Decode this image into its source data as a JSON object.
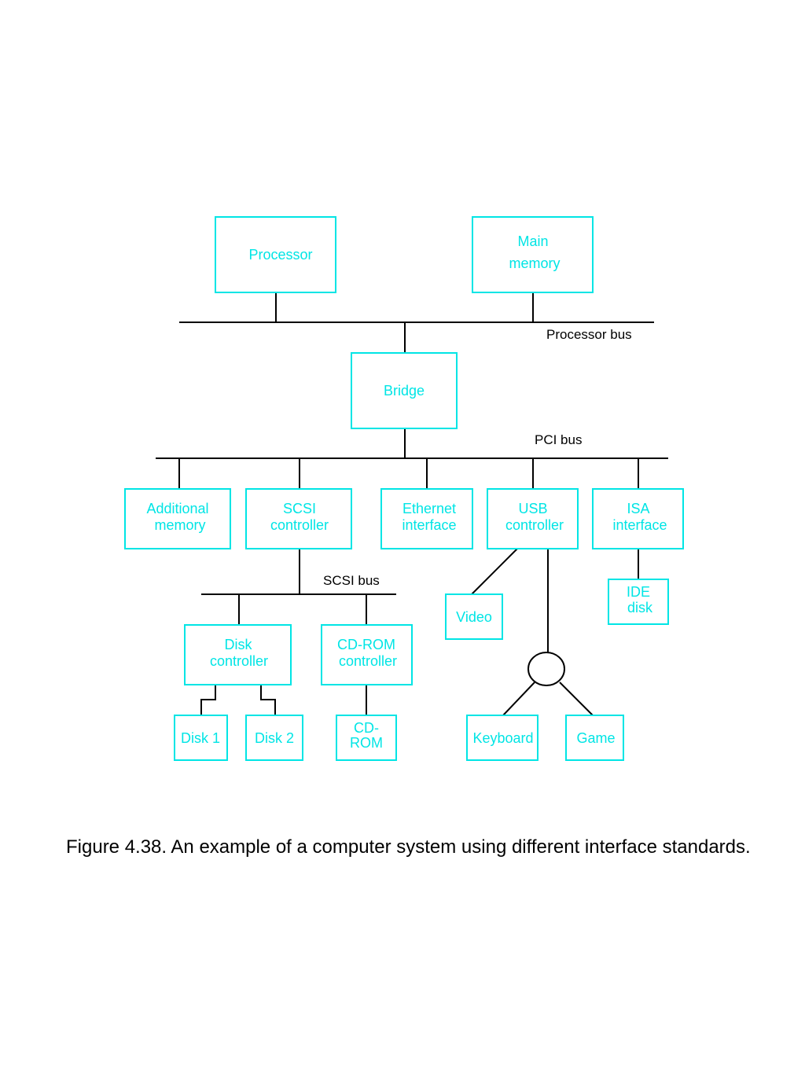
{
  "colors": {
    "box": "#00e5e5",
    "line": "#000000",
    "background": "#ffffff"
  },
  "boxes": {
    "processor": [
      "Processor"
    ],
    "main_memory": [
      "Main",
      "memory"
    ],
    "bridge": [
      "Bridge"
    ],
    "additional_memory": [
      "Additional",
      "memory"
    ],
    "scsi_controller": [
      "SCSI",
      "controller"
    ],
    "ethernet_interface": [
      "Ethernet",
      "interface"
    ],
    "usb_controller": [
      "USB",
      "controller"
    ],
    "isa_interface": [
      "ISA",
      "interface"
    ],
    "ide_disk": [
      "IDE",
      "disk"
    ],
    "video": [
      "Video"
    ],
    "disk_controller": [
      "Disk",
      "controller"
    ],
    "cdrom_controller": [
      "CD-ROM",
      "controller"
    ],
    "disk1": [
      "Disk 1"
    ],
    "disk2": [
      "Disk 2"
    ],
    "cdrom": [
      "CD-",
      "ROM"
    ],
    "keyboard": [
      "Keyboard"
    ],
    "game": [
      "Game"
    ]
  },
  "buses": {
    "processor_bus": "Processor bus",
    "pci_bus": "PCI bus",
    "scsi_bus": "SCSI bus"
  },
  "caption": "Figure 4.38.  An example of a computer system using different interface standards."
}
